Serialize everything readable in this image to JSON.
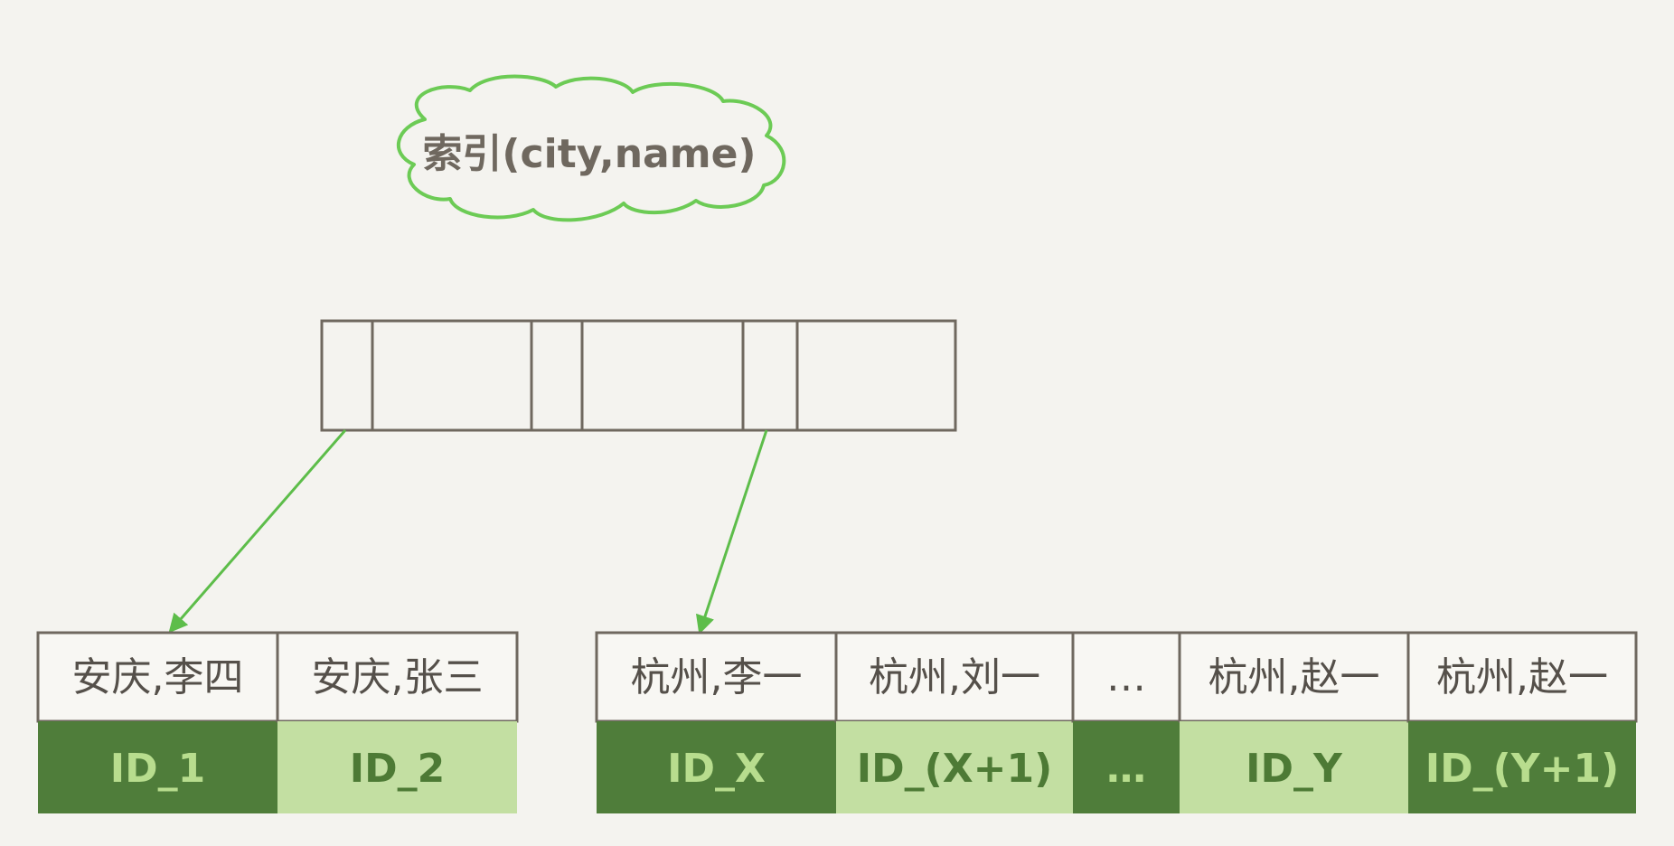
{
  "title": "索引(city,name)",
  "colors": {
    "background": "#f4f3ef",
    "stroke": "#6f685f",
    "green_line": "#5dbd4a",
    "cloud_stroke": "#6ccb55",
    "dark_cell": "#4f7d3a",
    "light_cell": "#c3dfa2",
    "dark_text": "#b8dd8e",
    "light_text": "#4d7a35",
    "label_text": "#55504a"
  },
  "index_node": {
    "cells": 6
  },
  "leaf_groups": [
    {
      "entries": [
        {
          "key": "安庆,李四",
          "id": "ID_1",
          "style": "dark"
        },
        {
          "key": "安庆,张三",
          "id": "ID_2",
          "style": "light"
        }
      ]
    },
    {
      "entries": [
        {
          "key": "杭州,李一",
          "id": "ID_X",
          "style": "dark"
        },
        {
          "key": "杭州,刘一",
          "id": "ID_(X+1)",
          "style": "light"
        },
        {
          "key": "…",
          "id": "…",
          "style": "dark"
        },
        {
          "key": "杭州,赵一",
          "id": "ID_Y",
          "style": "light"
        },
        {
          "key": "杭州,赵一",
          "id": "ID_(Y+1)",
          "style": "dark"
        }
      ]
    }
  ]
}
